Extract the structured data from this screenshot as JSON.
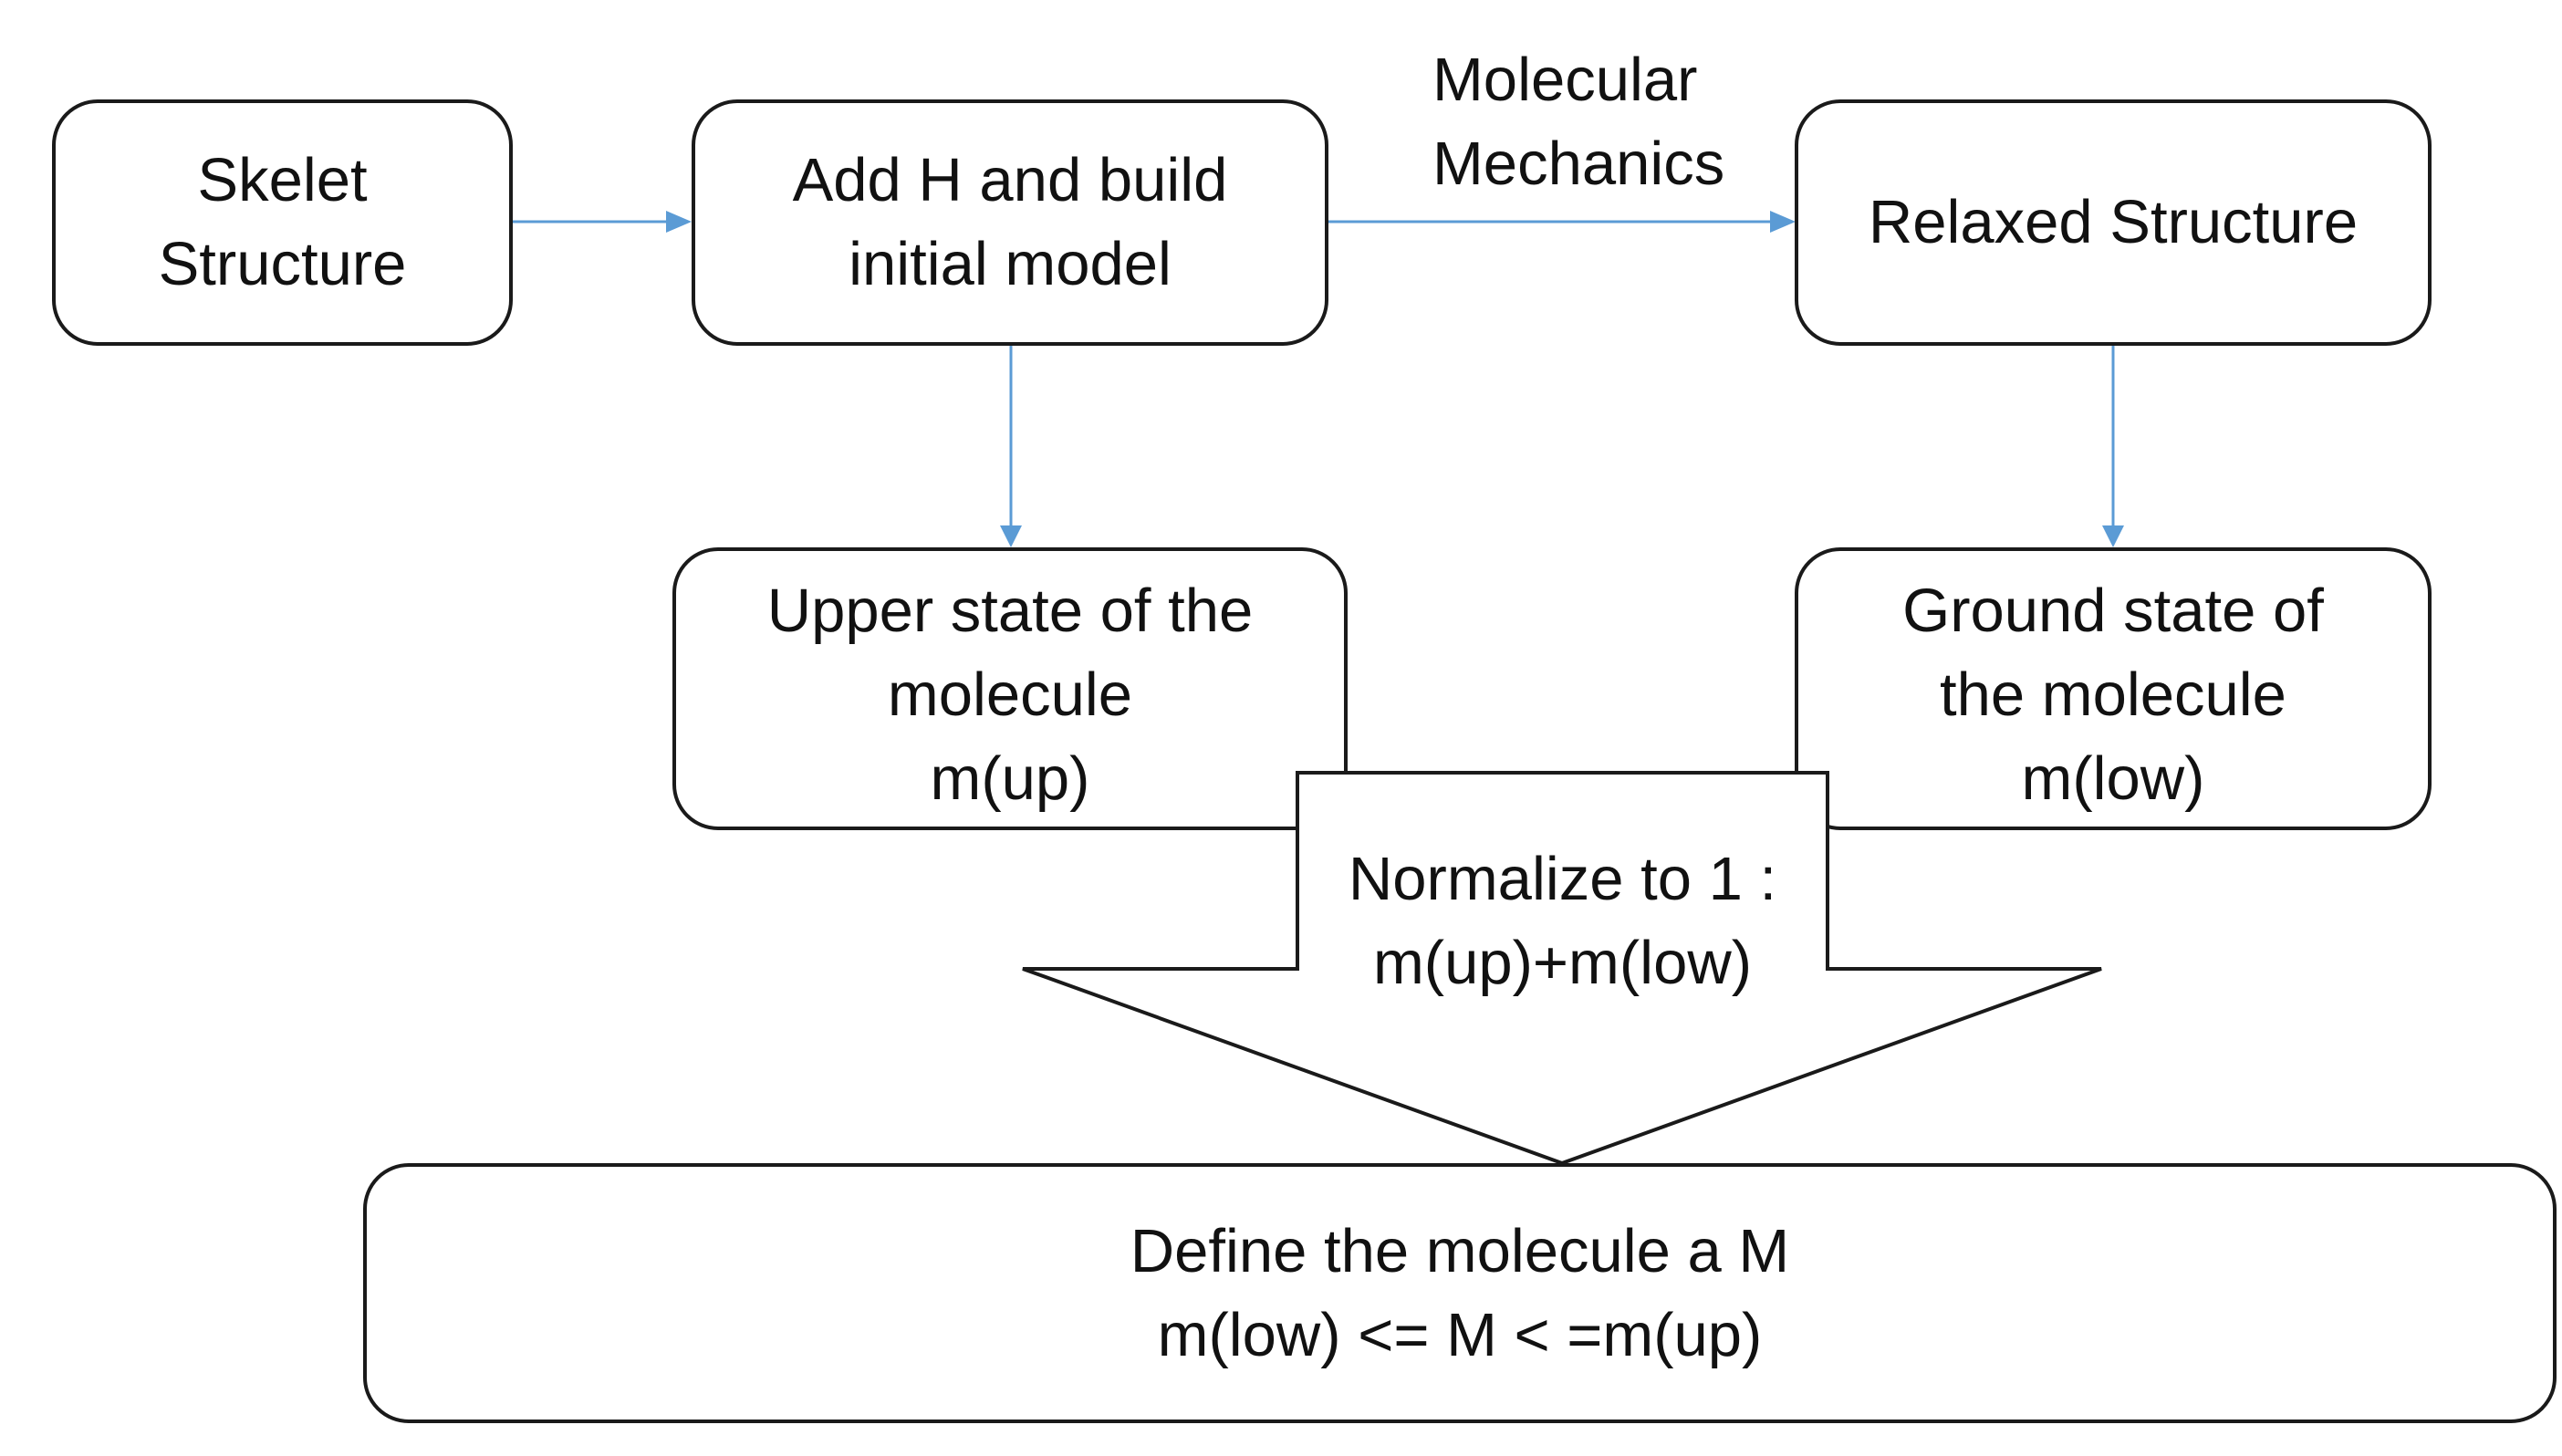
{
  "diagram": {
    "nodes": {
      "skelet": {
        "line1": "Skelet",
        "line2": "Structure"
      },
      "add_h": {
        "line1": "Add H and build",
        "line2": "initial model"
      },
      "relaxed": {
        "line1": "Relaxed Structure"
      },
      "upper": {
        "line1": "Upper state of the",
        "line2": "molecule",
        "line3": "m(up)"
      },
      "ground": {
        "line1": "Ground state of",
        "line2": "the molecule",
        "line3": "m(low)"
      },
      "define": {
        "line1": "Define the molecule a M",
        "line2": "m(low) <= M < =m(up)"
      }
    },
    "edge_label_mm": {
      "line1": "Molecular",
      "line2": "Mechanics"
    },
    "normalize": {
      "line1": "Normalize to 1 :",
      "line2": "m(up)+m(low)"
    },
    "colors": {
      "connector": "#5b9bd5",
      "border": "#1a1a1a",
      "text": "#111111",
      "background": "#ffffff"
    }
  }
}
